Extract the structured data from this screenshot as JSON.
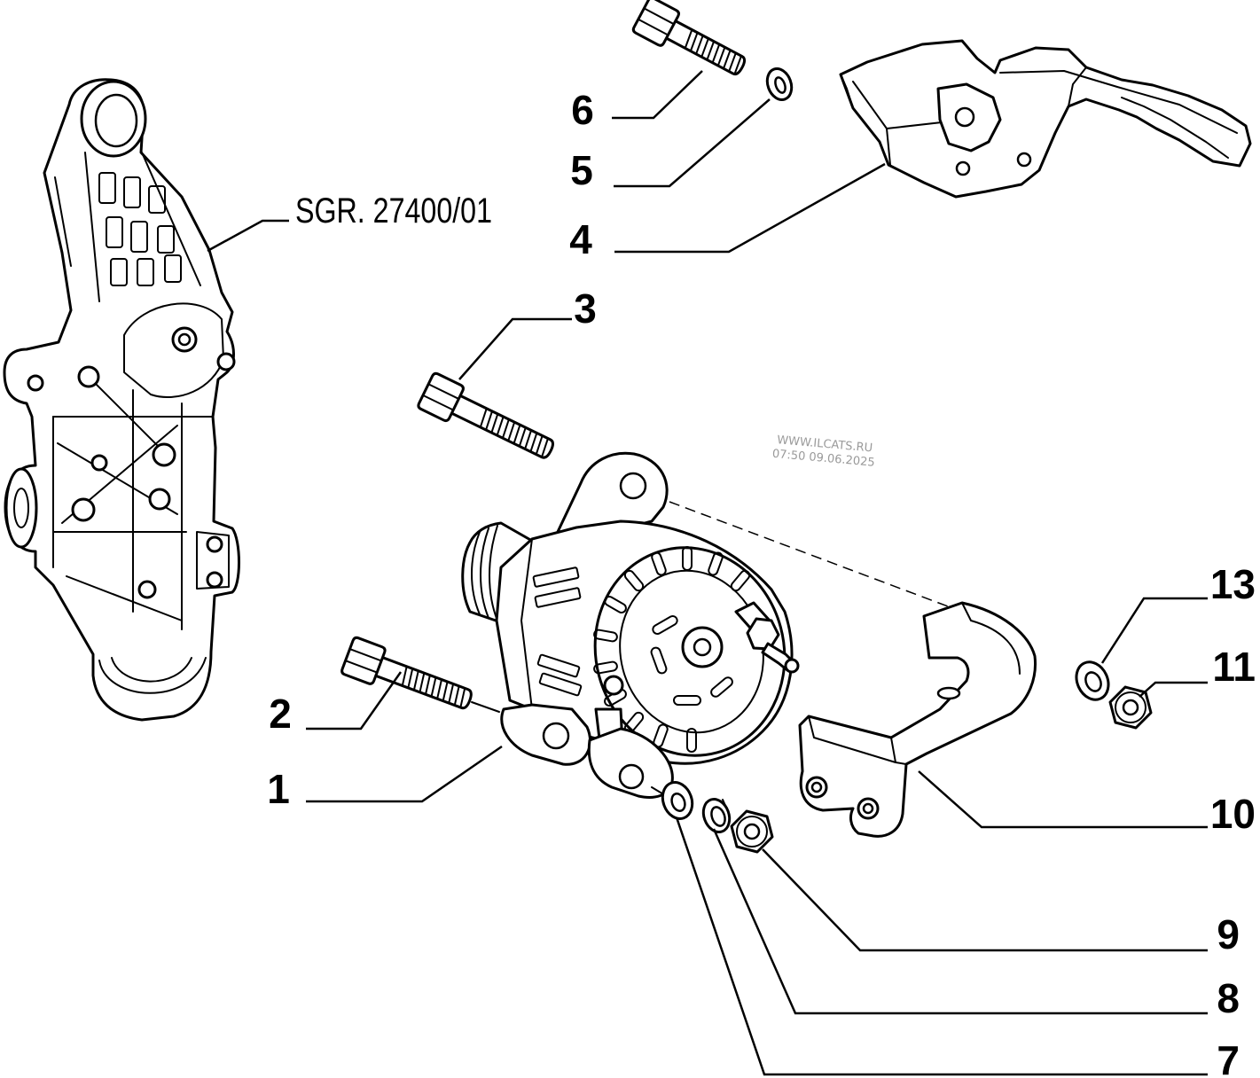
{
  "diagram": {
    "reference_label": "SGR. 27400/01",
    "callouts": [
      "1",
      "2",
      "3",
      "4",
      "5",
      "6",
      "7",
      "8",
      "9",
      "10",
      "11",
      "13"
    ]
  },
  "watermark": {
    "site": "WWW.ILCATS.RU",
    "timestamp": "07:50 09.06.2025"
  },
  "colors": {
    "ink": "#000000",
    "paper": "#ffffff",
    "watermark": "#9a9a9a"
  }
}
